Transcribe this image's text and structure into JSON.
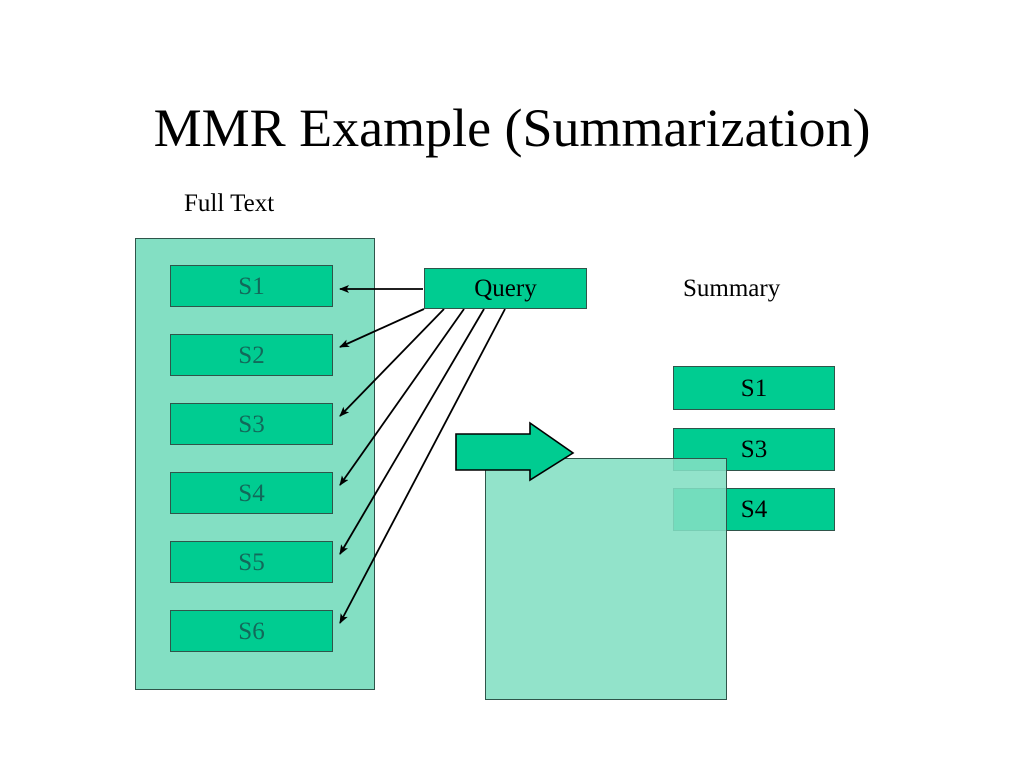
{
  "slide": {
    "title": "MMR Example (Summarization)",
    "background_color": "#ffffff"
  },
  "colors": {
    "panel_fill": "#83dfc3",
    "box_fill": "#00cc91",
    "border": "#2f554a",
    "left_box_text": "#12695a",
    "right_box_text": "#000000",
    "title_text": "#000000",
    "arrow_stroke": "#000000"
  },
  "full_text": {
    "caption": "Full Text",
    "sentences": [
      {
        "label": "S1"
      },
      {
        "label": "S2"
      },
      {
        "label": "S3"
      },
      {
        "label": "S4"
      },
      {
        "label": "S5"
      },
      {
        "label": "S6"
      }
    ]
  },
  "query": {
    "label": "Query"
  },
  "summary": {
    "caption": "Summary",
    "sentences": [
      {
        "label": "S1"
      },
      {
        "label": "S3"
      },
      {
        "label": "S4"
      }
    ]
  },
  "connectors": {
    "description": "Query points to every sentence S1 through S6",
    "targets": [
      "S1",
      "S2",
      "S3",
      "S4",
      "S5",
      "S6"
    ]
  },
  "process_arrow": {
    "icon": "right-block-arrow",
    "direction": "right"
  }
}
